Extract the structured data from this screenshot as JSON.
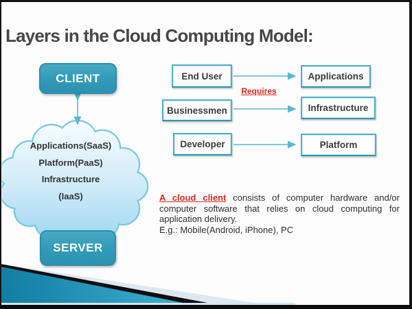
{
  "title": "Layers in the Cloud Computing Model:",
  "left_diagram": {
    "client_label": "CLIENT",
    "server_label": "SERVER",
    "cloud_lines": [
      "Applications(SaaS)",
      "Platform(PaaS)",
      "Infrastructure",
      "(IaaS)"
    ]
  },
  "mapping": {
    "requires_label": "Requires",
    "rows": [
      {
        "actor": "End User",
        "layer": "Applications"
      },
      {
        "actor": "Businessmen",
        "layer": "Infrastructure"
      },
      {
        "actor": "Developer",
        "layer": "Platform"
      }
    ]
  },
  "description": {
    "highlight": "A cloud client",
    "body": " consists of computer hardware and/or computer software that relies on cloud computing for application delivery.",
    "example": "E.g.: Mobile(Android, iPhone), PC"
  },
  "colors": {
    "teal_box": "#3399b8",
    "box_border": "#4db0cc",
    "arrow": "#58b8d2",
    "highlight_red": "#d8281c",
    "cloud_fill_top": "#f0fafe",
    "cloud_fill_bottom": "#a2daf3",
    "cloud_stroke": "#7cc7e4",
    "wedge_teal_dark": "#0f7ba0",
    "wedge_teal_light": "#49b5d8",
    "wedge_pale": "#dde9f2",
    "title_text": "#474747"
  }
}
